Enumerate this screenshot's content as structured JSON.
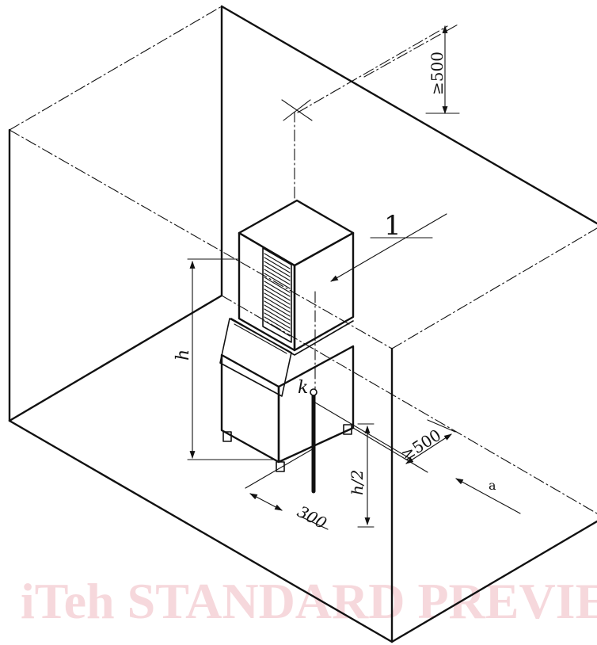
{
  "labels": {
    "item_number": "1",
    "clearance_top": "≥500",
    "clearance_side": "≥500",
    "height": "h",
    "half_height": "h/2",
    "point": "k",
    "distance": "300",
    "arrow_label": "a"
  },
  "watermark": {
    "line1": "iTeh STANDARD PREVIEW"
  },
  "colors": {
    "lines": "#111111",
    "watermark": "#f6d8dc",
    "background": "#ffffff"
  }
}
